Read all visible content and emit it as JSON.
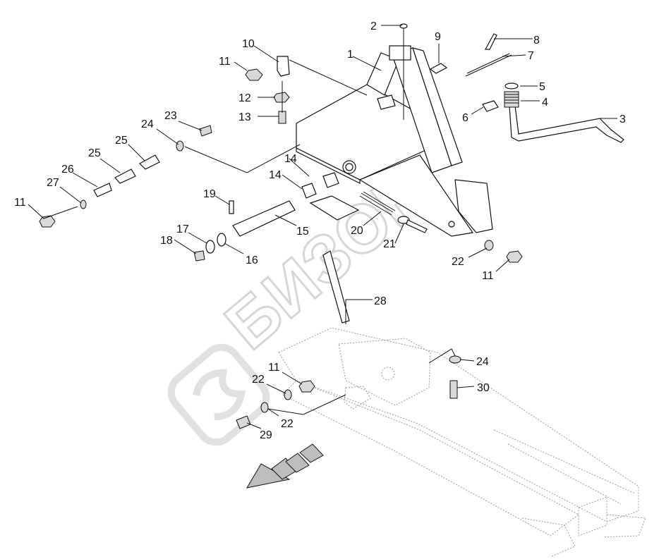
{
  "labels": {
    "l1": "1",
    "l2": "2",
    "l3": "3",
    "l4": "4",
    "l5": "5",
    "l6": "6",
    "l7": "7",
    "l8": "8",
    "l9": "9",
    "l10": "10",
    "l11a": "11",
    "l11b": "11",
    "l11c": "11",
    "l11d": "11",
    "l12": "12",
    "l13": "13",
    "l14a": "14",
    "l14b": "14",
    "l15": "15",
    "l16": "16",
    "l17": "17",
    "l18": "18",
    "l19": "19",
    "l20": "20",
    "l21": "21",
    "l22a": "22",
    "l22b": "22",
    "l22c": "22",
    "l23": "23",
    "l24a": "24",
    "l24b": "24",
    "l25": "25",
    "l26": "26",
    "l27": "27",
    "l28": "28",
    "l29": "29",
    "l30": "30"
  },
  "watermark": {
    "text": "БИЗОН",
    "logo": "bizon-logo"
  }
}
